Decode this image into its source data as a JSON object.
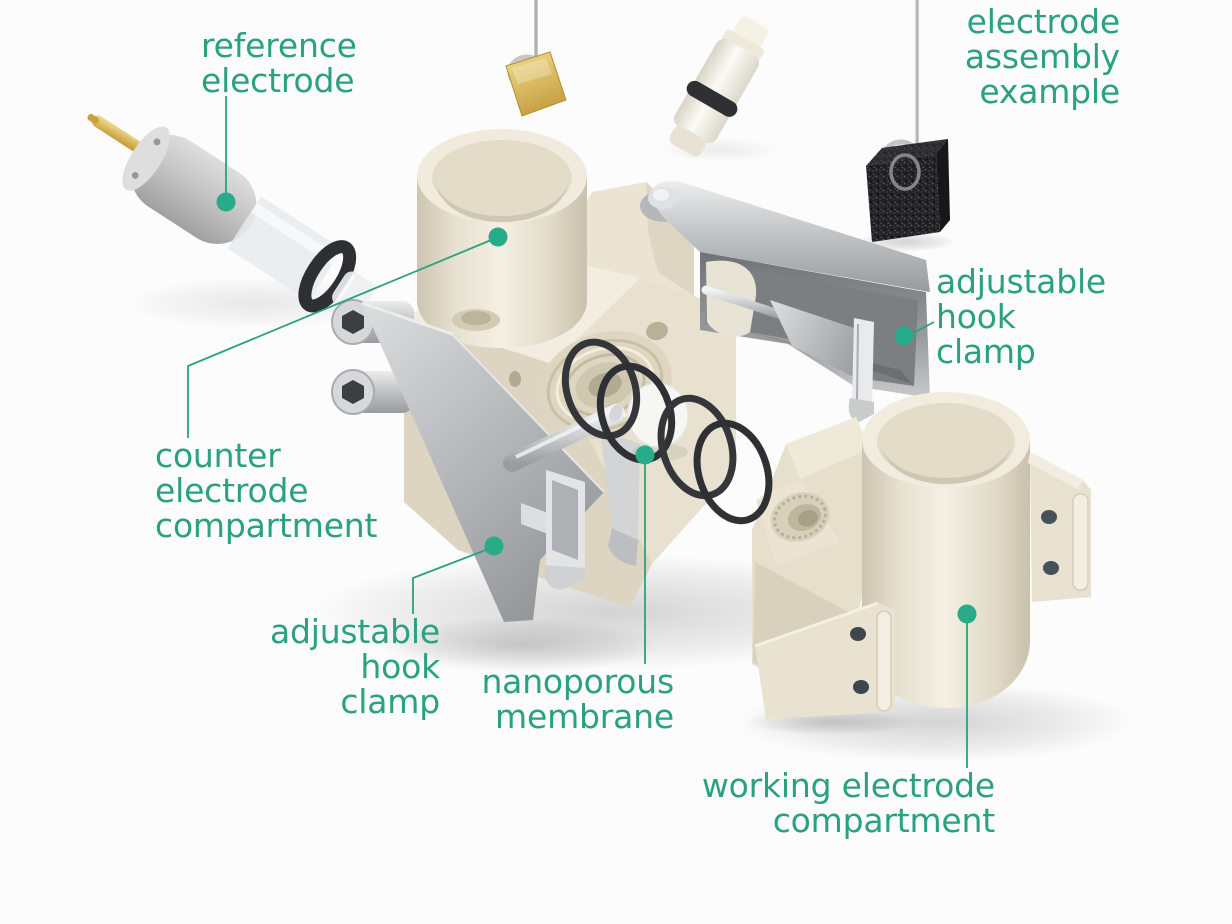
{
  "colors": {
    "accent_text": "#2aa181",
    "leader_dot": "#27ab88",
    "background": "#fcfcfc",
    "cream_plastic": "#e9e2d0",
    "metal_gray": "#b9bcbe",
    "rubber_black": "#343538",
    "gold_foil": "#dfc469",
    "carbon_black": "#232326"
  },
  "labels": {
    "reference_electrode": {
      "lines": [
        "reference",
        "electrode"
      ]
    },
    "electrode_assembly_example": {
      "lines": [
        "electrode",
        "assembly",
        "example"
      ]
    },
    "adjustable_hook_clamp_right": {
      "lines": [
        "adjustable",
        "hook",
        "clamp"
      ]
    },
    "counter_electrode_compartment": {
      "lines": [
        "counter",
        "electrode",
        "compartment"
      ]
    },
    "adjustable_hook_clamp_left": {
      "lines": [
        "adjustable",
        "hook",
        "clamp"
      ]
    },
    "nanoporous_membrane": {
      "lines": [
        "nanoporous",
        "membrane"
      ]
    },
    "working_electrode_compartment": {
      "lines": [
        "working electrode",
        "compartment"
      ]
    }
  }
}
